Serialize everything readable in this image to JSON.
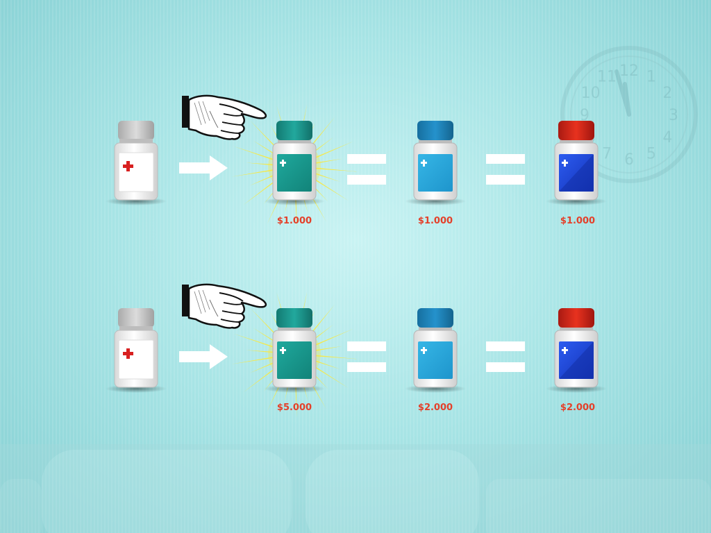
{
  "colors": {
    "background": "#a9e5e6",
    "price_text": "#e4402a",
    "teal_cap": "#1a9a91",
    "teal_label": "#1a9a91",
    "light_blue_cap": "#1f8bc4",
    "light_blue_label": "#2aa8dc",
    "red_cap": "#d8281c",
    "blue_label": "#1a3fd0",
    "generic_cap": "#c8c8c8",
    "generic_cross": "#d82020",
    "burst": "#f6e94a"
  },
  "clock": {
    "numbers": [
      "12",
      "1",
      "2",
      "3",
      "4",
      "5",
      "6",
      "7",
      "8",
      "9",
      "10",
      "11"
    ]
  },
  "rows": [
    {
      "prices": {
        "teal": "$1.000",
        "light_blue": "$1.000",
        "blue": "$1.000"
      }
    },
    {
      "prices": {
        "teal": "$5.000",
        "light_blue": "$2.000",
        "blue": "$2.000"
      }
    }
  ]
}
